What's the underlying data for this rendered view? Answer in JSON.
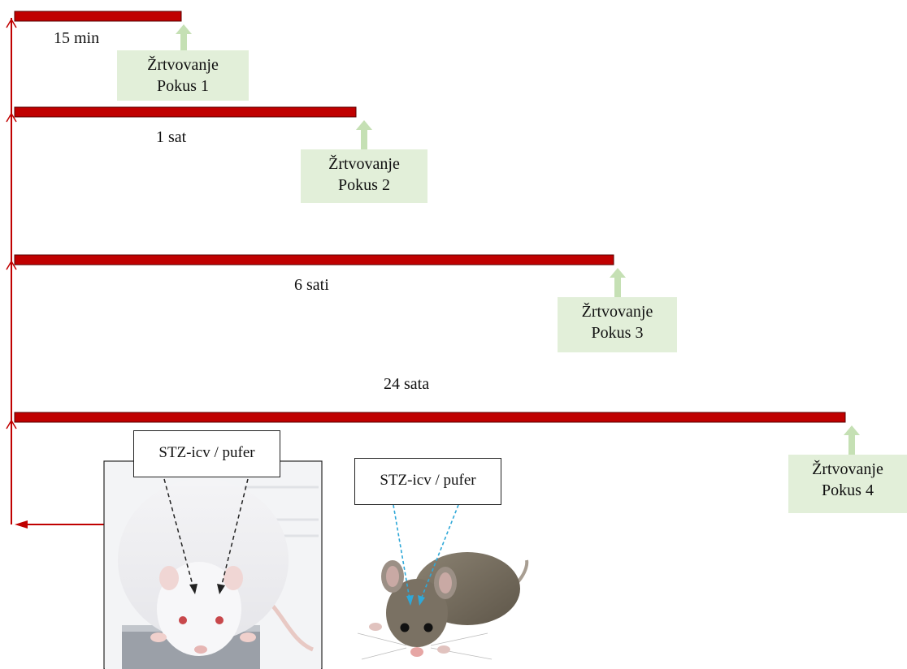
{
  "timelines": [
    {
      "duration_label": "15 min",
      "sacrifice_label": "Žrtvovanje",
      "experiment_label": "Pokus 1"
    },
    {
      "duration_label": "1 sat",
      "sacrifice_label": "Žrtvovanje",
      "experiment_label": "Pokus 2"
    },
    {
      "duration_label": "6 sati",
      "sacrifice_label": "Žrtvovanje",
      "experiment_label": "Pokus 3"
    },
    {
      "duration_label": "24 sata",
      "sacrifice_label": "Žrtvovanje",
      "experiment_label": "Pokus 4"
    }
  ],
  "injection": {
    "rat_label": "STZ-icv  / pufer",
    "mouse_label": "STZ-icv  / pufer"
  },
  "colors": {
    "timeline_bar": "#c00000",
    "timeline_outline": "#5a0000",
    "sacrifice_box": "#e2efd9",
    "up_arrow": "#c5e0b4",
    "rat_arrows": "#222222",
    "mouse_arrows": "#2fa8d8"
  },
  "icons": [
    "rat-illustration",
    "mouse-illustration",
    "up-arrow-icon"
  ]
}
